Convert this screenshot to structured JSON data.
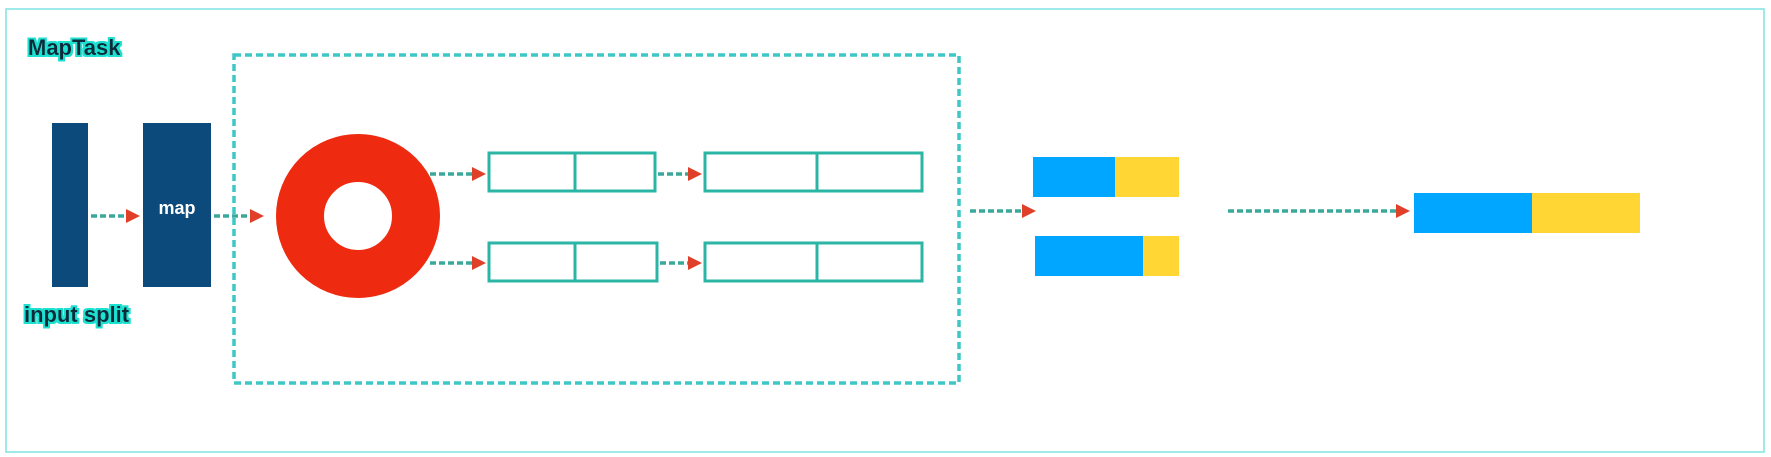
{
  "diagram": {
    "title": "MapTask",
    "map_label": "map",
    "input_label": "input split"
  },
  "colors": {
    "frame": "#7fe3e3",
    "dashed_border": "#3fc7c7",
    "navy": "#0b4a7a",
    "ring": "#ee2a10",
    "cell_border": "#2bb5a5",
    "blue": "#00a6ff",
    "yellow": "#ffd633",
    "arrow_dash": "#3aa89a",
    "arrow_head": "#e0402a",
    "text_glow": "#1ee0d0"
  }
}
